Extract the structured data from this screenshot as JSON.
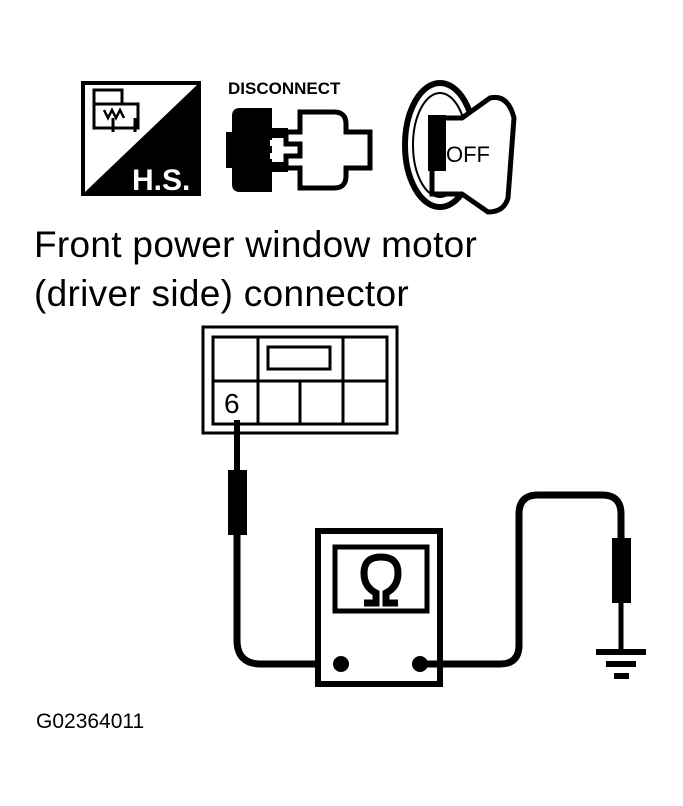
{
  "icons": {
    "harness_icon": {
      "label": "H.S.",
      "name": "harness-connector-hs-icon"
    },
    "disconnect_icon": {
      "label": "DISCONNECT",
      "name": "disconnect-connector-icon"
    },
    "ignition_icon": {
      "label": "OFF",
      "name": "ignition-key-off-icon"
    }
  },
  "title": {
    "line1": "Front power window motor",
    "line2": "(driver side) connector"
  },
  "connector": {
    "pin_label": "6"
  },
  "meter": {
    "symbol": "Ω"
  },
  "figure_id": "G02364011"
}
